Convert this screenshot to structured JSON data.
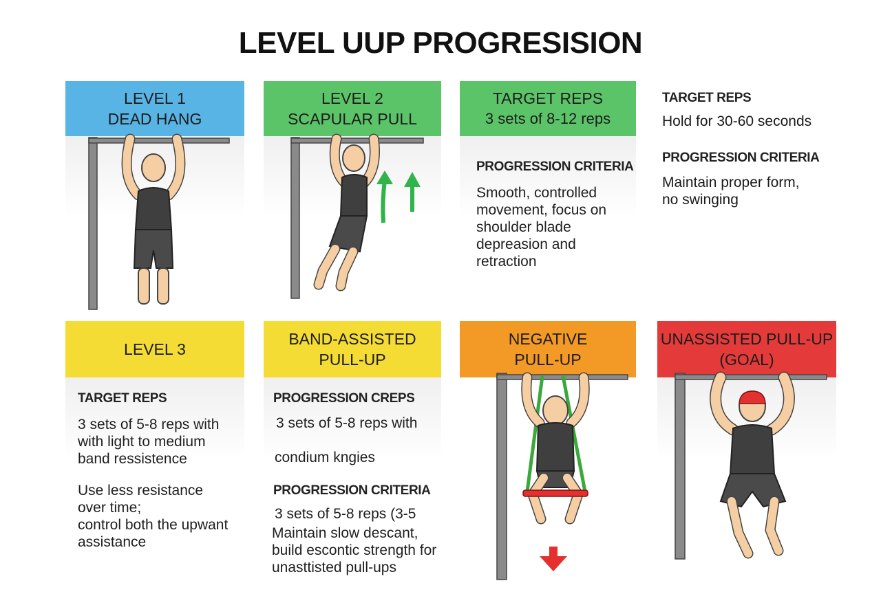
{
  "title": "LEVEL UUP PROGRESISION",
  "colors": {
    "blue": "#59b4e6",
    "green": "#5cc468",
    "yellow": "#f4dc35",
    "orange": "#f39a26",
    "red": "#e43a3a",
    "bar": "#8a8a8a",
    "skin": "#f5cfa3",
    "shirt": "#3f3f3f",
    "arrow_green": "#2fb34a",
    "arrow_red": "#e53030"
  },
  "row1": {
    "level1": {
      "line1": "LEVEL 1",
      "line2": "DEAD HANG",
      "figure": "dead-hang-figure"
    },
    "level2": {
      "line1": "LEVEL 2",
      "line2": "SCAPULAR PULL",
      "figure": "scapular-pull-figure",
      "arrows": "up-arrows"
    },
    "card3": {
      "line1": "TARGET REPS",
      "line2": "3 sets of 8-12 reps",
      "criteria_label": "PROGRESSION CRITERIA",
      "criteria_text": "Smooth, controlled\nmovement, focus on\nshoulder blade\ndepreasion and\nretraction"
    },
    "card4": {
      "target_label": "TARGET REPS",
      "target_text": "Hold for 30-60 seconds",
      "criteria_label": "PROGRESSION CRITERIA",
      "criteria_text": "Maintain proper form,\nno swinging"
    }
  },
  "row2": {
    "level3": {
      "header": "LEVEL 3",
      "target_label": "TARGET REPS",
      "target_text": "3 sets of 5-8 reps with\nwith light to medium\nband ressistence",
      "note": "Use less resistance\nover time;\ncontrol both the upwant\nassistance"
    },
    "band": {
      "line1": "BAND-ASSISTED",
      "line2": "PULL-UP",
      "label1": "PROGRESSION CREPS",
      "text1": "3 sets of 5-8 reps with",
      "text2": "condium kngies",
      "label2": "PROGRESSION CRITERIA",
      "text3": "3 sets of 5-8 reps  (3-5",
      "text4": "Maintain slow descant,\nbuild escontic strength for\nunasttisted pull-ups"
    },
    "negative": {
      "line1": "NEGATIVE",
      "line2": "PULL-UP",
      "figure": "band-assisted-figure",
      "arrow": "down-arrow"
    },
    "goal": {
      "line1": "UNASSISTED PULL-UP",
      "line2": "(GOAL)",
      "figure": "pull-up-figure"
    }
  }
}
